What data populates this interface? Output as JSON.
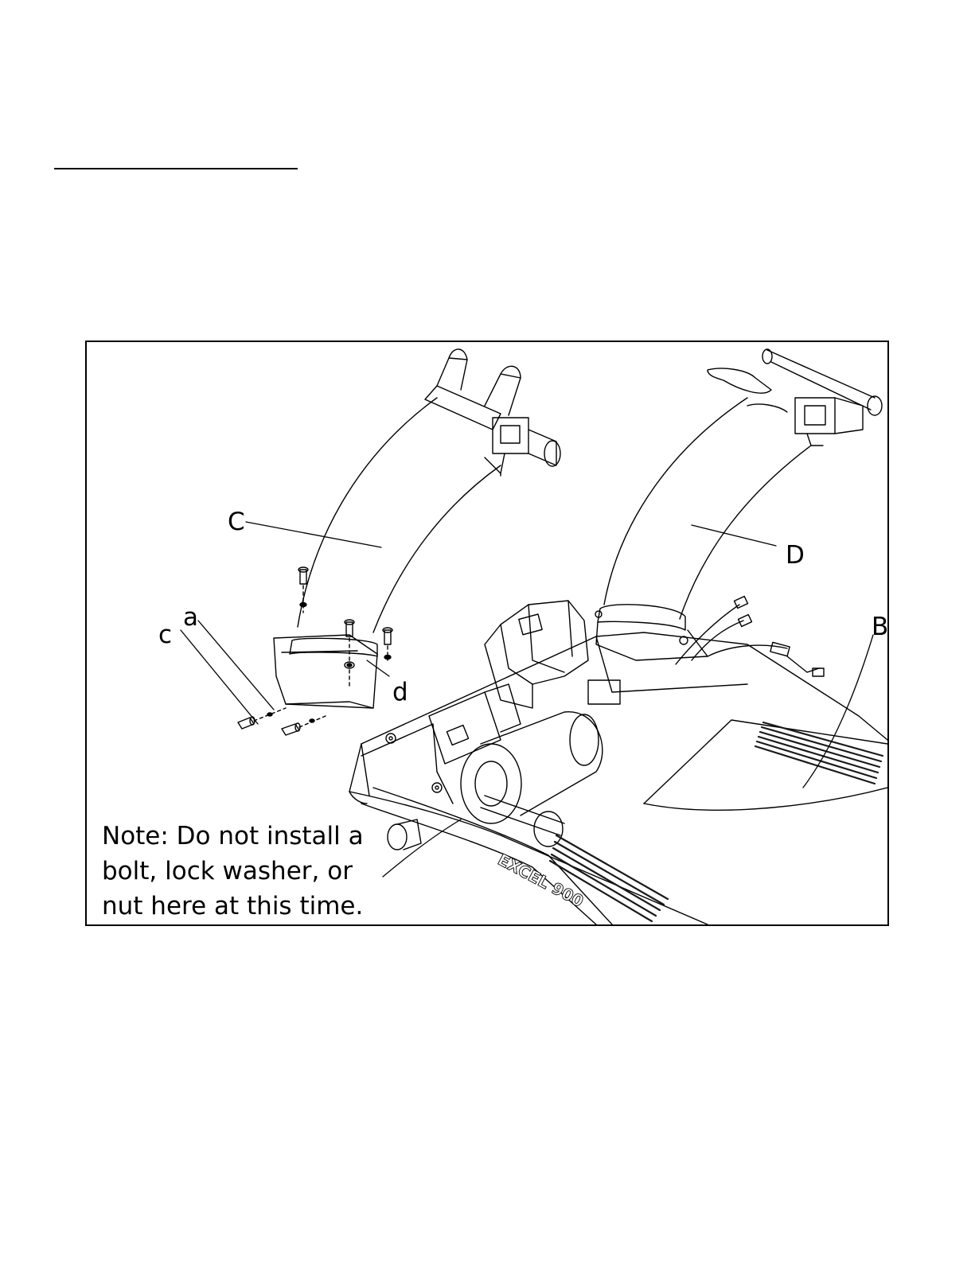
{
  "figure": {
    "callouts": {
      "C": "C",
      "D": "D",
      "B": "B",
      "a": "a",
      "c": "c",
      "d": "d"
    },
    "note_lines": [
      "Note: Do not install a",
      "bolt, lock washer, or",
      "nut here at this time."
    ],
    "brand_label": "EXCEL 900",
    "colors": {
      "line": "#000000",
      "background": "#ffffff",
      "belt": "#1a1a1a"
    }
  }
}
